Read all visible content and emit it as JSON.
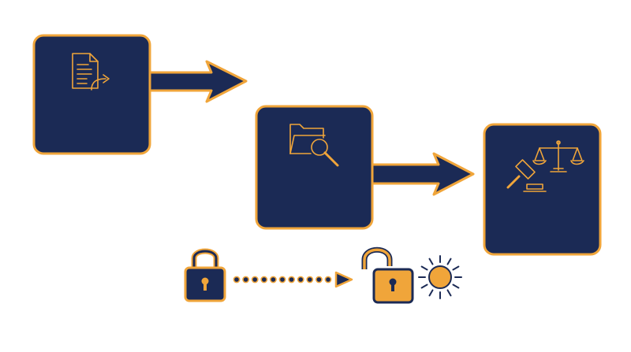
{
  "colors": {
    "navy": "#1b2a55",
    "gold": "#f0a53a",
    "background": "#ffffff",
    "lock_navy": "#1b2a55",
    "sun_stroke": "#1b2a55"
  },
  "steps": [
    {
      "icon": "document-export-icon"
    },
    {
      "icon": "folder-search-icon"
    },
    {
      "icon": "gavel-and-scales-icon"
    }
  ],
  "connectors": [
    {
      "from": 0,
      "to": 1
    },
    {
      "from": 1,
      "to": 2
    }
  ],
  "bottom_row": {
    "start_icon": "locked-padlock-icon",
    "connector": "dotted-arrow",
    "end_icon": "unlocked-padlock-icon",
    "extra_icon": "sun-icon"
  }
}
